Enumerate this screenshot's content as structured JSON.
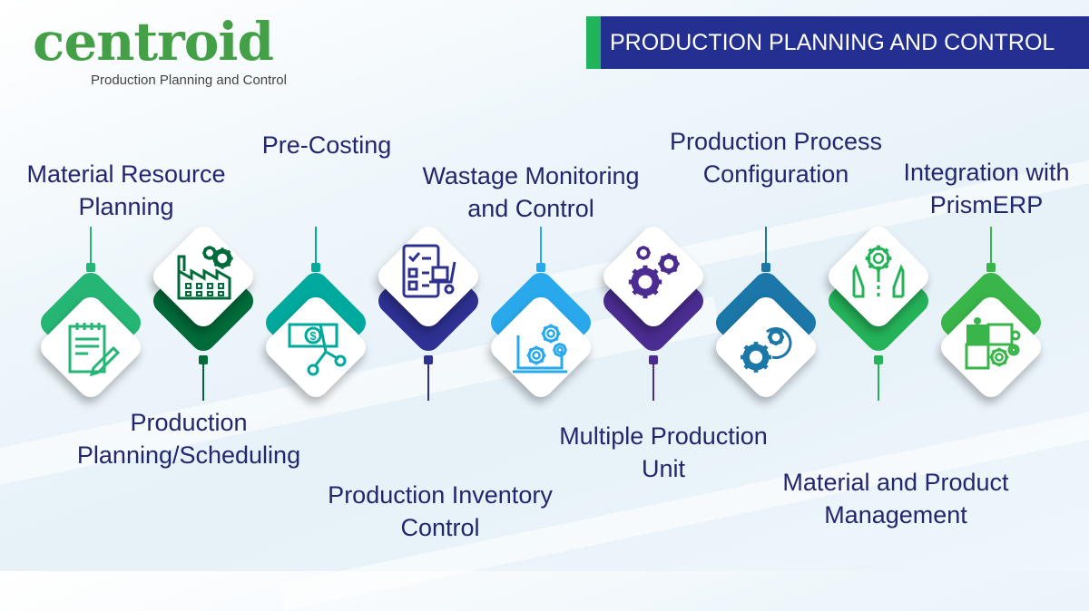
{
  "logo": {
    "word": "centroid",
    "subtitle": "Production Planning and Control"
  },
  "banner": {
    "title": "PRODUCTION PLANNING AND CONTROL"
  },
  "features": [
    {
      "lines": [
        "Material Resource",
        "Planning"
      ],
      "color": "#25b574",
      "icon": "notepad-pencil-icon"
    },
    {
      "lines": [
        "Production",
        "Planning/Scheduling"
      ],
      "color": "#006b3a",
      "icon": "factory-gears-icon"
    },
    {
      "lines": [
        "Pre-Costing"
      ],
      "color": "#00a99d",
      "icon": "money-scissors-icon"
    },
    {
      "lines": [
        "Production Inventory",
        "Control"
      ],
      "color": "#2e3192",
      "icon": "checklist-cart-icon"
    },
    {
      "lines": [
        "Wastage Monitoring",
        "and Control"
      ],
      "color": "#29a9ec",
      "icon": "laptop-gears-icon"
    },
    {
      "lines": [
        "Multiple Production",
        "Unit"
      ],
      "color": "#4b2c91",
      "icon": "gears-icon"
    },
    {
      "lines": [
        "Production Process",
        "Configuration"
      ],
      "color": "#1b77a8",
      "icon": "gear-process-icon"
    },
    {
      "lines": [
        "Material and Product",
        "Management"
      ],
      "color": "#25b35a",
      "icon": "idea-hands-icon"
    },
    {
      "lines": [
        "Integration with",
        "PrismERP"
      ],
      "color": "#39b54a",
      "icon": "puzzle-gears-icon"
    }
  ]
}
